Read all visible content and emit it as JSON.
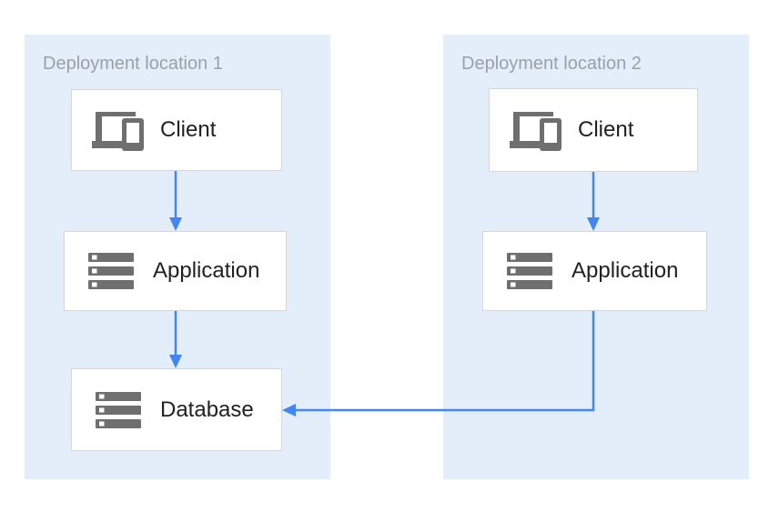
{
  "colors": {
    "canvas_bg": "#FFFFFF",
    "panel_bg": "#E4EEFA",
    "node_bg": "#FFFFFF",
    "node_border": "#D7D7D7",
    "arrow": "#4285F4",
    "icon_gray": "#6F6F6F",
    "panel_label_gray": "#9AA0A6",
    "node_label_dark": "#212121"
  },
  "panels": [
    {
      "label": "Deployment location 1",
      "nodes": [
        {
          "id": "client-1",
          "label": "Client",
          "icon": "devices-icon"
        },
        {
          "id": "application-1",
          "label": "Application",
          "icon": "server-stack-icon"
        },
        {
          "id": "database-1",
          "label": "Database",
          "icon": "server-stack-icon"
        }
      ]
    },
    {
      "label": "Deployment location 2",
      "nodes": [
        {
          "id": "client-2",
          "label": "Client",
          "icon": "devices-icon"
        },
        {
          "id": "application-2",
          "label": "Application",
          "icon": "server-stack-icon"
        }
      ]
    }
  ],
  "connections": [
    {
      "from": "client-1",
      "to": "application-1",
      "style": "straight-down-arrow"
    },
    {
      "from": "application-1",
      "to": "database-1",
      "style": "straight-down-arrow"
    },
    {
      "from": "client-2",
      "to": "application-2",
      "style": "straight-down-arrow"
    },
    {
      "from": "application-2",
      "to": "database-1",
      "style": "elbow-down-then-left-arrow"
    }
  ]
}
